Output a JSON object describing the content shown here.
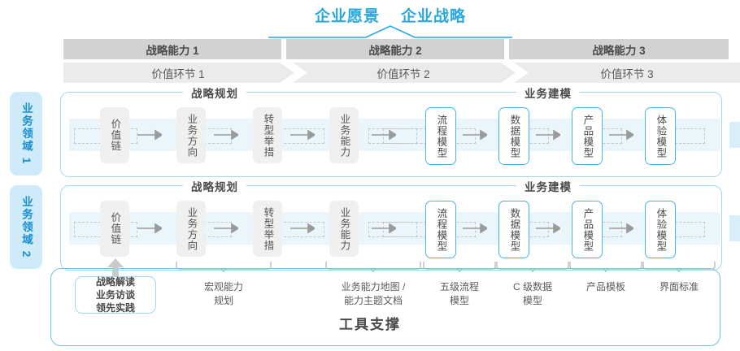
{
  "header": {
    "titles": [
      "企业愿景",
      "企业战略"
    ],
    "accent_color": "#29a8e0"
  },
  "capabilities": [
    {
      "label": "战略能力 1"
    },
    {
      "label": "战略能力 2"
    },
    {
      "label": "战略能力 3"
    }
  ],
  "value_chain": [
    {
      "label": "价值环节 1"
    },
    {
      "label": "价值环节 2"
    },
    {
      "label": "价值环节 3"
    }
  ],
  "domains": [
    {
      "side_label": "业务领域 1",
      "sections": [
        {
          "title": "战略规划"
        },
        {
          "title": "业务建模"
        }
      ],
      "nodes": [
        {
          "label": "价值链",
          "style": "gray"
        },
        {
          "label": "业务方向",
          "style": "gray"
        },
        {
          "label": "转型举措",
          "style": "gray"
        },
        {
          "label": "业务能力",
          "style": "gray"
        },
        {
          "label": "流程模型",
          "style": "blue"
        },
        {
          "label": "数据模型",
          "style": "blue"
        },
        {
          "label": "产品模型",
          "style": "blue"
        },
        {
          "label": "体验模型",
          "style": "blue"
        }
      ]
    },
    {
      "side_label": "业务领域 2",
      "sections": [
        {
          "title": "战略规划"
        },
        {
          "title": "业务建模"
        }
      ],
      "nodes": [
        {
          "label": "价值链",
          "style": "gray"
        },
        {
          "label": "业务方向",
          "style": "gray"
        },
        {
          "label": "转型举措",
          "style": "gray"
        },
        {
          "label": "业务能力",
          "style": "gray"
        },
        {
          "label": "流程模型",
          "style": "blue"
        },
        {
          "label": "数据模型",
          "style": "blue"
        },
        {
          "label": "产品模型",
          "style": "blue"
        },
        {
          "label": "体验模型",
          "style": "blue"
        }
      ]
    }
  ],
  "tool_box": {
    "lines": [
      "战略解读",
      "业务访谈",
      "领先实践"
    ]
  },
  "bottom_labels": [
    {
      "line1": "宏观能力",
      "line2": "规划"
    },
    {
      "line1": "业务能力地图 /",
      "line2": "能力主题文档"
    },
    {
      "line1": "五级流程",
      "line2": "模型"
    },
    {
      "line1": "C 级数据",
      "line2": "模型"
    },
    {
      "line1": "产品模板",
      "line2": ""
    },
    {
      "line1": "界面标准",
      "line2": ""
    }
  ],
  "footer": {
    "title": "工具支撑"
  },
  "colors": {
    "accent_blue": "#29a8e0",
    "light_blue": "#cfeaf8",
    "band_blue": "#eaf6fc",
    "bar_gray": "#d2d2d2",
    "bar_light_gray": "#ebebeb",
    "node_gray": "#f0f0f0"
  }
}
